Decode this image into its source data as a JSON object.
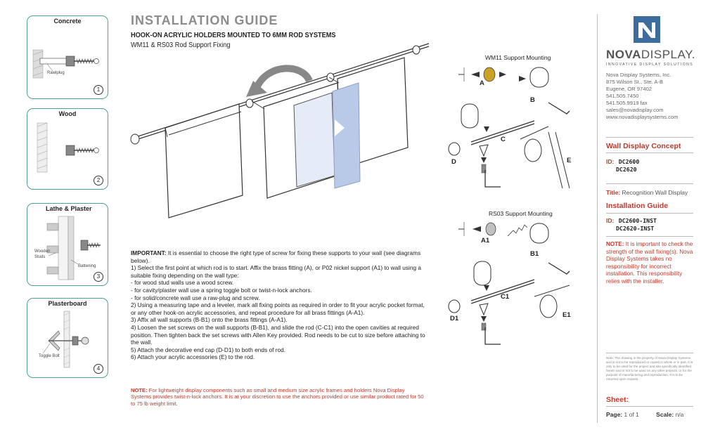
{
  "header": {
    "title": "INSTALLATION GUIDE",
    "subtitle": "HOOK-ON ACRYLIC HOLDERS MOUNTED TO 6MM ROD SYSTEMS",
    "subtitle2": "WM11 & RS03 Rod Support Fixing"
  },
  "wall_types": [
    {
      "title": "Concrete",
      "number": "1",
      "callout": "Rawlplug"
    },
    {
      "title": "Wood",
      "number": "2"
    },
    {
      "title": "Lathe & Plaster",
      "number": "3",
      "callout_a": "Wooden",
      "callout_b": "Studs",
      "callout_c": "Battening"
    },
    {
      "title": "Plasterboard",
      "number": "4",
      "callout": "Toggle Bolt"
    }
  ],
  "diagram": {
    "wm11_title": "WM11 Support Mounting",
    "rs03_title": "RS03 Support Mounting",
    "labels": {
      "A": "A",
      "B": "B",
      "C": "C",
      "D": "D",
      "E": "E",
      "A1": "A1",
      "B1": "B1",
      "C1": "C1",
      "D1": "D1",
      "E1": "E1"
    }
  },
  "instructions": {
    "important_label": "IMPORTANT:",
    "important_text": " It is essential to choose the right type of screw for fixing these supports to your wall (see diagrams below).",
    "steps": [
      "1) Select the first point at which rod is to start. Affix the brass fitting (A), or P02 nickel support (A1) to wall using a suitable fixing depending on the wall type:",
      "- for wood stud walls use a wood screw.",
      "- for cavity/plaster wall use a spring toggle bolt or twist-n-lock anchors.",
      "- for solid/concrete wall use a raw-plug and screw.",
      "2) Using a measuring tape and a leveler, mark all fixing points as required in order to fit your acrylic pocket format, or any other hook-on acrylic accessories, and repeat procedure for all brass fittings (A-A1).",
      "3) Affix all wall supports (B-B1) onto the brass fittings (A-A1).",
      "4) Loosen the set screws on the wall supports (B-B1), and slide the rod (C-C1) into the open cavities at required position. Then tighten back the set screws with Allen Key provided. Rod needs to be cut to size before attaching to the wall.",
      "5) Attach the decorative end cap (D-D1) to both ends of rod.",
      "6) Attach your acrylic accessories (E) to the rod."
    ],
    "note_label": "NOTE:",
    "note_text": " For lightweight display components such as small and medium size acrylic frames and holders Nova Display Systems provides twist-n-lock anchors. It is at your discretion to use the anchors provided or use similar product rated for 50 to 75 lb weight limit."
  },
  "company": {
    "brand_bold": "NOVA",
    "brand_thin": "DISPLAY.",
    "tagline": "INNOVATIVE DISPLAY SOLUTIONS",
    "contact": [
      "Nova Display Systems, Inc.",
      "875 Wilson St., Ste. A-B",
      "Eugene, OR 97402",
      "541.505.7450",
      "541.505.9919 fax",
      "sales@novadisplay.com",
      "www.novadisplaysystems.com"
    ]
  },
  "concept": {
    "heading": "Wall Display Concept",
    "id_label": "ID:",
    "ids": [
      "DC2600",
      "DC2620"
    ],
    "title_label": "Title:",
    "title_value": " Recognition Wall Display"
  },
  "guide": {
    "heading": "Installation Guide",
    "id_label": "ID:",
    "ids": [
      "DC2600-INST",
      "DC2620-INST"
    ]
  },
  "right_note": {
    "label": "NOTE:",
    "text": " It is important to check the strength of the wall fixing(s). Nova Display Systems takes no responsibility for incorrect installation. This responsibility relies with the installer."
  },
  "legal": "Note: The drawing is the property of Nova Display Systems and is not to be reproduced or copied in whole or in part. It is only to be used for the project and site specifically identified herein and is not to be used on any other projects, or for the purpose of manufacturing and reproduction. It is to be returned upon request.",
  "sheet": {
    "heading": "Sheet:",
    "page_label": "Page:",
    "page_value": " 1 of 1",
    "scale_label": "Scale:",
    "scale_value": " n/a"
  },
  "colors": {
    "accent_teal": "#4aa493",
    "note_red": "#c0392b",
    "logo_blue": "#3d6d9c",
    "acrylic_blue": "#b9c9e8"
  }
}
